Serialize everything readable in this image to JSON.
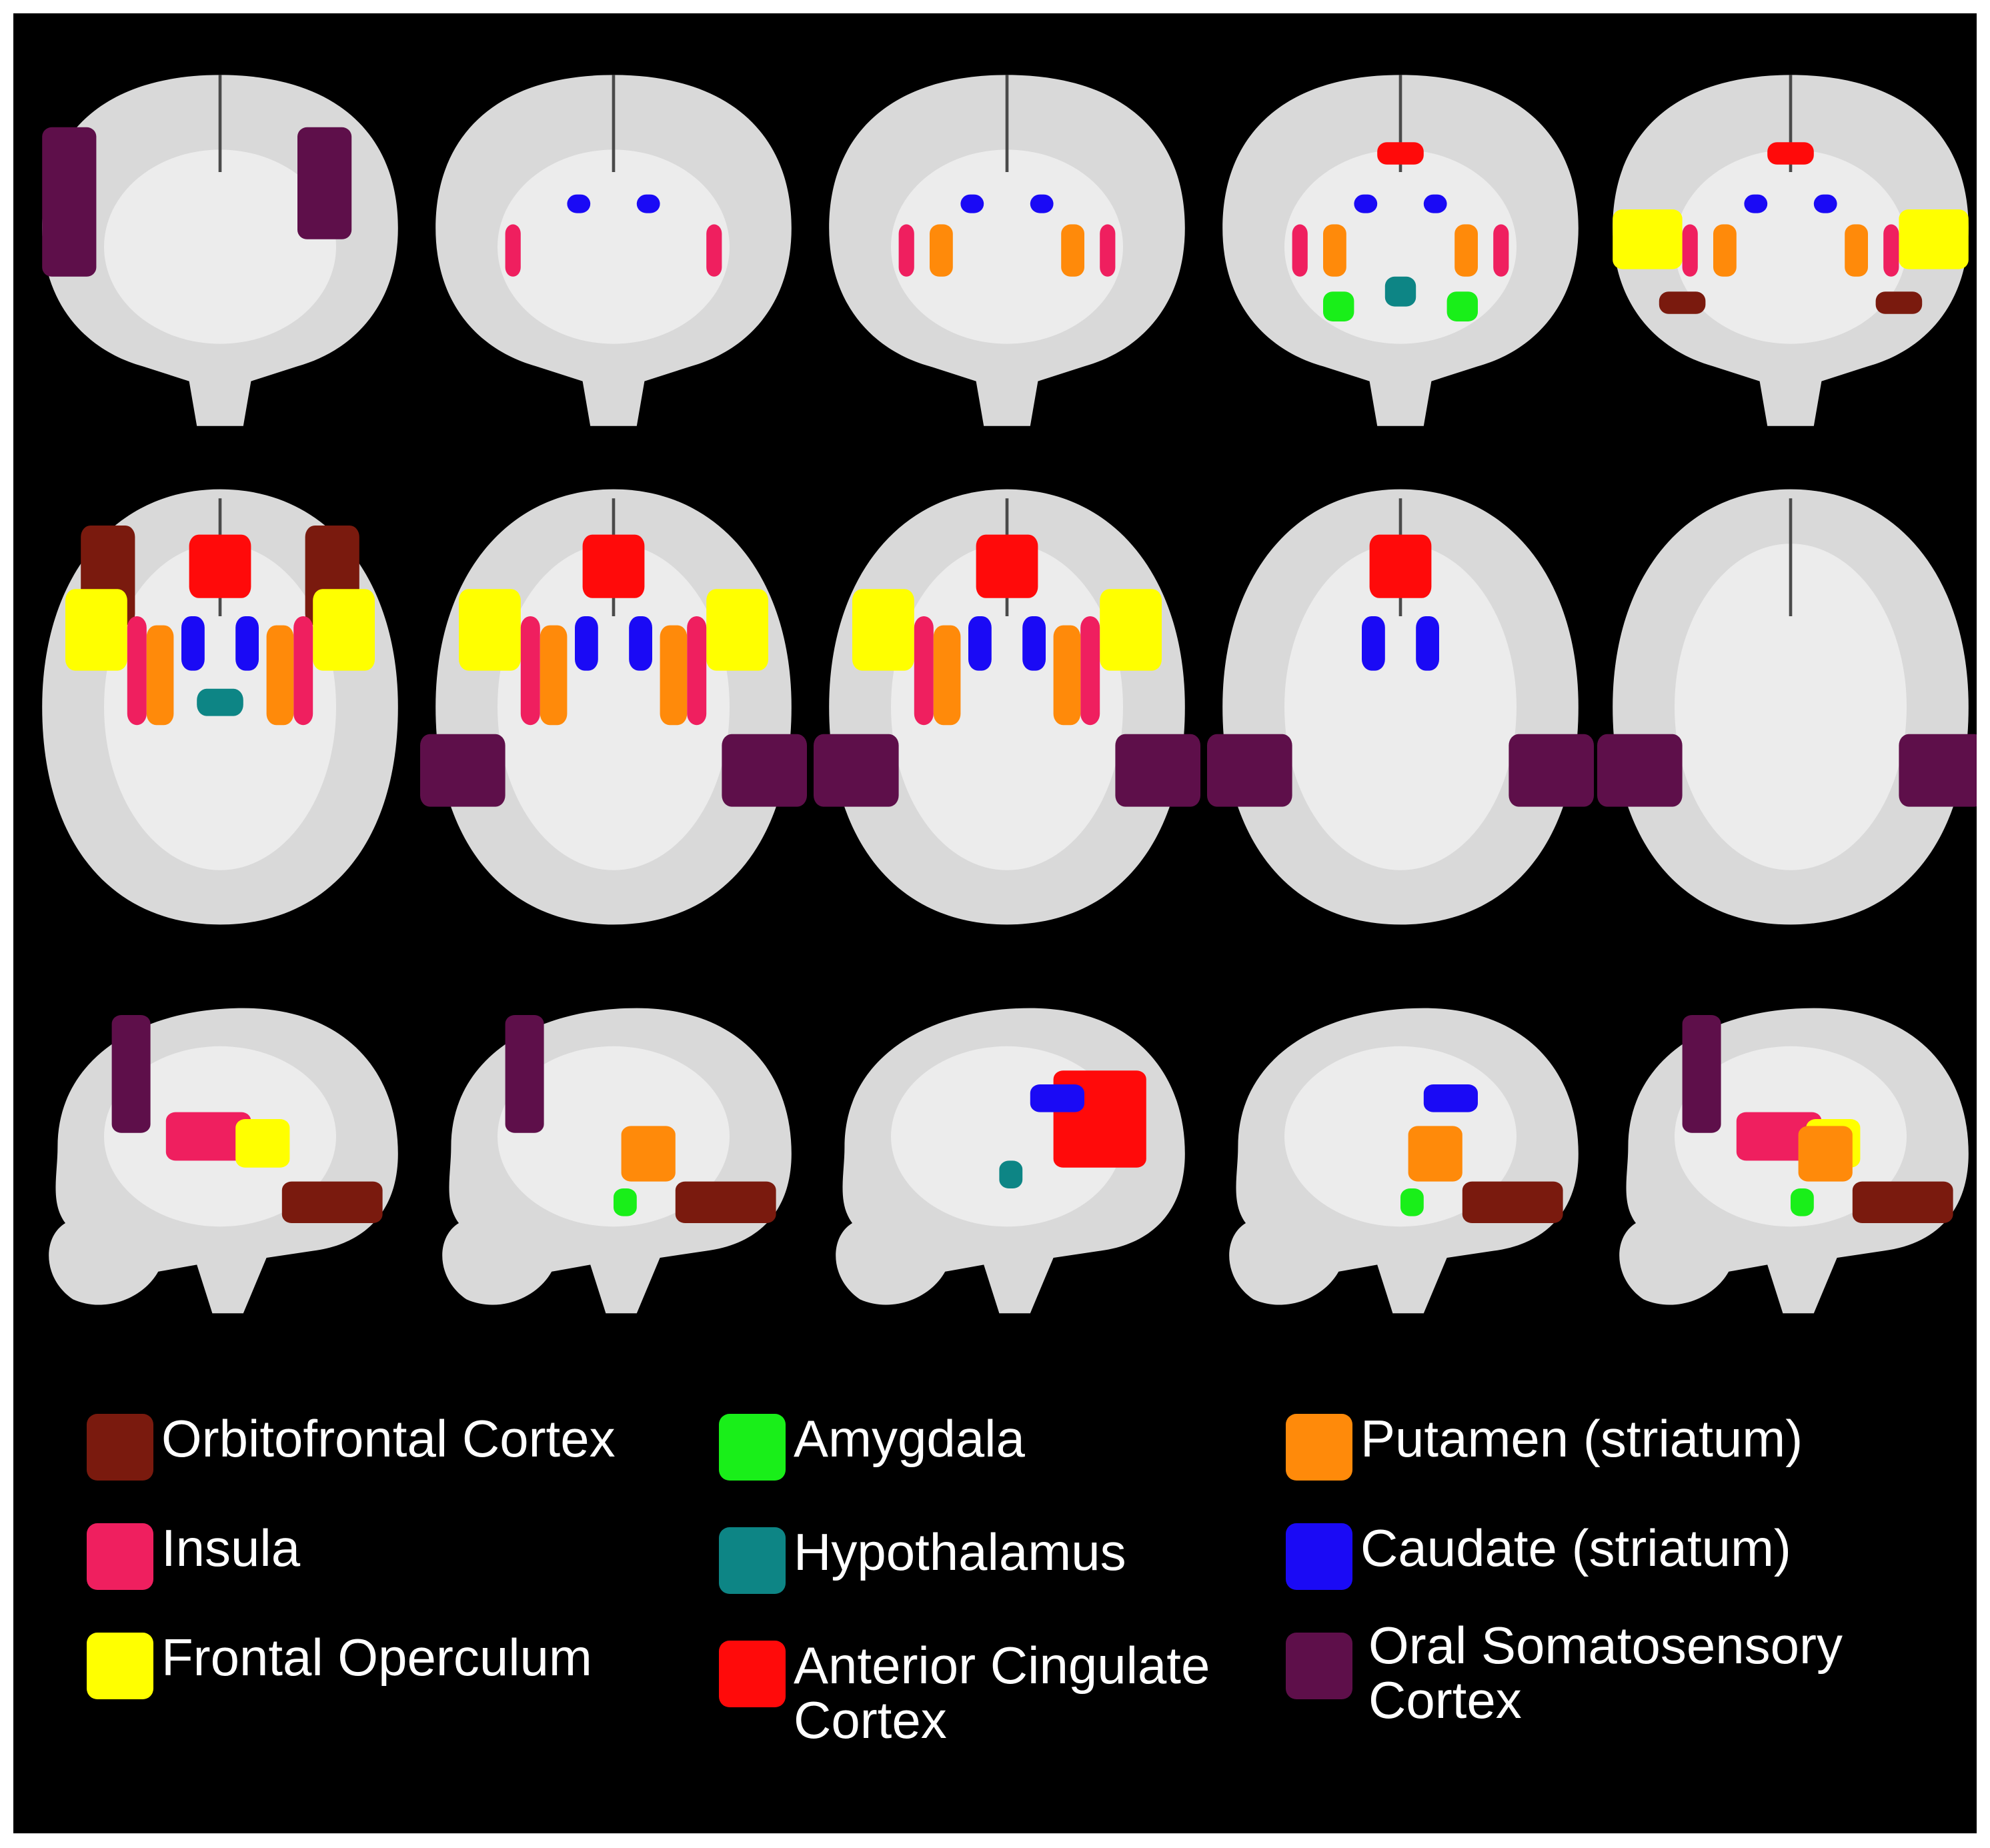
{
  "colors": {
    "background": "#000000",
    "brain_tissue": "#d9d9d9",
    "white_matter": "#f2f2f2",
    "sulci": "#4a4a4a"
  },
  "legend": [
    {
      "label": "Orbitofrontal Cortex",
      "color": "#7a1a0e"
    },
    {
      "label": "Insula",
      "color": "#ef1f5f"
    },
    {
      "label": "Frontal Operculum",
      "color": "#ffff00"
    },
    {
      "label": "Amygdala",
      "color": "#19ef19"
    },
    {
      "label": "Hypothalamus",
      "color": "#0d8585"
    },
    {
      "label": "Anterior Cingulate Cortex",
      "color": "#ff0a0a"
    },
    {
      "label": "Putamen (striatum)",
      "color": "#ff8a0a"
    },
    {
      "label": "Caudate (striatum)",
      "color": "#1a0af5"
    },
    {
      "label": "Oral Somatosensory Cortex",
      "color": "#5e0f4a"
    }
  ],
  "views": [
    {
      "view": "coronal",
      "regions": [
        "Oral Somatosensory Cortex"
      ]
    },
    {
      "view": "coronal",
      "regions": [
        "Insula",
        "Caudate (striatum)"
      ]
    },
    {
      "view": "coronal",
      "regions": [
        "Insula",
        "Putamen (striatum)",
        "Caudate (striatum)"
      ]
    },
    {
      "view": "coronal",
      "regions": [
        "Insula",
        "Putamen (striatum)",
        "Caudate (striatum)",
        "Amygdala",
        "Hypothalamus",
        "Anterior Cingulate Cortex"
      ]
    },
    {
      "view": "coronal",
      "regions": [
        "Frontal Operculum",
        "Insula",
        "Putamen (striatum)",
        "Caudate (striatum)",
        "Anterior Cingulate Cortex",
        "Orbitofrontal Cortex"
      ]
    },
    {
      "view": "axial",
      "regions": [
        "Orbitofrontal Cortex",
        "Frontal Operculum",
        "Insula",
        "Putamen (striatum)",
        "Caudate (striatum)",
        "Anterior Cingulate Cortex",
        "Hypothalamus"
      ]
    },
    {
      "view": "axial",
      "regions": [
        "Frontal Operculum",
        "Insula",
        "Putamen (striatum)",
        "Caudate (striatum)",
        "Anterior Cingulate Cortex",
        "Oral Somatosensory Cortex"
      ]
    },
    {
      "view": "axial",
      "regions": [
        "Frontal Operculum",
        "Insula",
        "Putamen (striatum)",
        "Caudate (striatum)",
        "Anterior Cingulate Cortex",
        "Oral Somatosensory Cortex"
      ]
    },
    {
      "view": "axial",
      "regions": [
        "Anterior Cingulate Cortex",
        "Caudate (striatum)",
        "Oral Somatosensory Cortex"
      ]
    },
    {
      "view": "axial",
      "regions": [
        "Oral Somatosensory Cortex"
      ]
    },
    {
      "view": "sagittal",
      "regions": [
        "Oral Somatosensory Cortex",
        "Insula",
        "Frontal Operculum",
        "Orbitofrontal Cortex"
      ]
    },
    {
      "view": "sagittal",
      "regions": [
        "Oral Somatosensory Cortex",
        "Putamen (striatum)",
        "Amygdala",
        "Orbitofrontal Cortex"
      ]
    },
    {
      "view": "sagittal",
      "regions": [
        "Anterior Cingulate Cortex",
        "Caudate (striatum)",
        "Hypothalamus"
      ]
    },
    {
      "view": "sagittal",
      "regions": [
        "Caudate (striatum)",
        "Putamen (striatum)",
        "Amygdala",
        "Orbitofrontal Cortex"
      ]
    },
    {
      "view": "sagittal",
      "regions": [
        "Oral Somatosensory Cortex",
        "Insula",
        "Frontal Operculum",
        "Putamen (striatum)",
        "Amygdala",
        "Orbitofrontal Cortex"
      ]
    }
  ]
}
